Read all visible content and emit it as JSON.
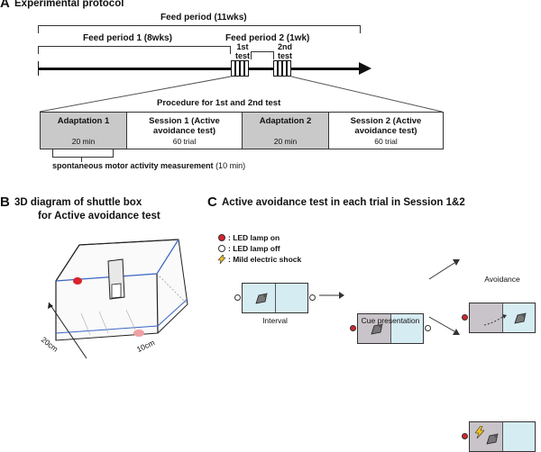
{
  "panel_a": {
    "letter": "A",
    "title": "Experimental protocol",
    "feed_period": "Feed period   (11wks)",
    "feed_period_1": "Feed period 1  (8wks)",
    "feed_period_2": "Feed period 2   (1wk)",
    "test_1": "1st test",
    "test_2": "2nd test",
    "procedure_title": "Procedure for 1st and 2nd test",
    "cells": [
      {
        "title": "Adaptation 1",
        "sub": "20 min"
      },
      {
        "title": "Session 1 (Active avoidance test)",
        "sub": "60 trial"
      },
      {
        "title": "Adaptation 2",
        "sub": "20 min"
      },
      {
        "title": "Session 2 (Active avoidance test)",
        "sub": "60 trial"
      }
    ],
    "motor_label": "spontaneous motor activity measurement",
    "motor_duration": "(10 min)"
  },
  "panel_b": {
    "letter": "B",
    "title_line1": "3D diagram of shuttle box",
    "title_line2": "for Active avoidance test",
    "dim_length": "20cm",
    "dim_width": "10cm"
  },
  "panel_c": {
    "letter": "C",
    "title": "Active avoidance test in each trial in Session 1&2",
    "legend": [
      {
        "icon": "led-on-icon",
        "label": ": LED lamp on"
      },
      {
        "icon": "led-off-icon",
        "label": ": LED lamp off"
      },
      {
        "icon": "shock-icon",
        "label": ": Mild electric shock"
      }
    ],
    "states": {
      "interval": "Interval",
      "cue": "Cue presentation",
      "avoidance": "Avoidance"
    }
  },
  "colors": {
    "led_on": "#d8242b",
    "box_fill": "#d6ecf3",
    "adaptation_fill": "#c9c9c9",
    "shock": "#f2c21b"
  }
}
